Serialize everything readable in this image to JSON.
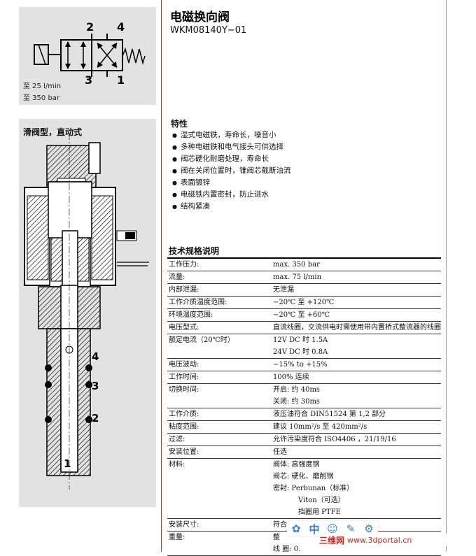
{
  "symbol_panel": {
    "port_labels": [
      "2",
      "4",
      "3",
      "1"
    ],
    "flow_spec": "至 25  l/min",
    "pressure_spec": "至 350  bar"
  },
  "section_panel": {
    "title": "滑阀型，直动式",
    "port_labels": [
      "4",
      "3",
      "2",
      "1"
    ]
  },
  "product": {
    "title": "电磁换向阀",
    "code": "WKM08140Y−01"
  },
  "features": {
    "title": "特性",
    "items": [
      "湿式电磁铁，寿命长，噪音小",
      "多种电磁铁和电气接头可供选择",
      "阀芯硬化耐磨处理，寿命长",
      "阀在关闭位置时，锥阀芯截断油流",
      "表面镀锌",
      "电磁铁内置密封，防止进水",
      "结构紧凑"
    ]
  },
  "specs": {
    "title": "技术规格说明",
    "rows": [
      {
        "key": "工作压力:",
        "values": [
          "max.  350  bar"
        ]
      },
      {
        "key": "流量:",
        "values": [
          "max.  75  l/min"
        ]
      },
      {
        "key": "内部泄漏:",
        "values": [
          "无泄漏"
        ]
      },
      {
        "key": "工作介质温度范围:",
        "values": [
          "−20℃ 至 +120℃"
        ]
      },
      {
        "key": "环境温度范围:",
        "values": [
          "−20℃ 至 +60℃"
        ]
      },
      {
        "key": "电压型式:",
        "values": [
          "直流线圈，交流供电时需使用带内置桥式整流器的线圈"
        ]
      },
      {
        "key": "额定电流（20℃时）",
        "values": [
          "12V  DC 时 1.5A",
          "24V  DC 时 0.8A"
        ]
      },
      {
        "key": "电压波动:",
        "values": [
          "−15%  to  +15%"
        ]
      },
      {
        "key": "工作时间:",
        "values": [
          "100%  连续"
        ]
      },
      {
        "key": "切换时间:",
        "values": [
          "开启:  约 40ms",
          "关闭:  约 30ms"
        ]
      },
      {
        "key": "工作介质:",
        "values": [
          "液压油符合 DIN51524 第 1,2 部分"
        ]
      },
      {
        "key": "粘度范围:",
        "values": [
          "建议 10mm²/s 至 420mm²/s"
        ]
      },
      {
        "key": "过滤:",
        "values": [
          "允许污染度符合 ISO4406 ，21/19/16"
        ]
      },
      {
        "key": "安装位置:",
        "values": [
          "任选"
        ]
      },
      {
        "key": "材料:",
        "values": [
          "阀体:  高强度钢",
          "阀芯:  硬化、磨削钢",
          "密封:  Perbunan（标准）",
          "Viton（可选）",
          "挡圈用 PTFE"
        ]
      },
      {
        "key": "安装尺寸:",
        "values": [
          "符合 08140"
        ]
      },
      {
        "key": "重量:",
        "values": [
          "整",
          "线  圈:  0."
        ]
      }
    ]
  },
  "toolbar": {
    "icons": [
      "paw-icon",
      "chinese-char-icon",
      "smiley-icon",
      "pen-icon",
      "gear-icon"
    ],
    "chinese_char": "中"
  },
  "watermark": {
    "cn": "三维网",
    "en": "www.3dportal.cn"
  }
}
